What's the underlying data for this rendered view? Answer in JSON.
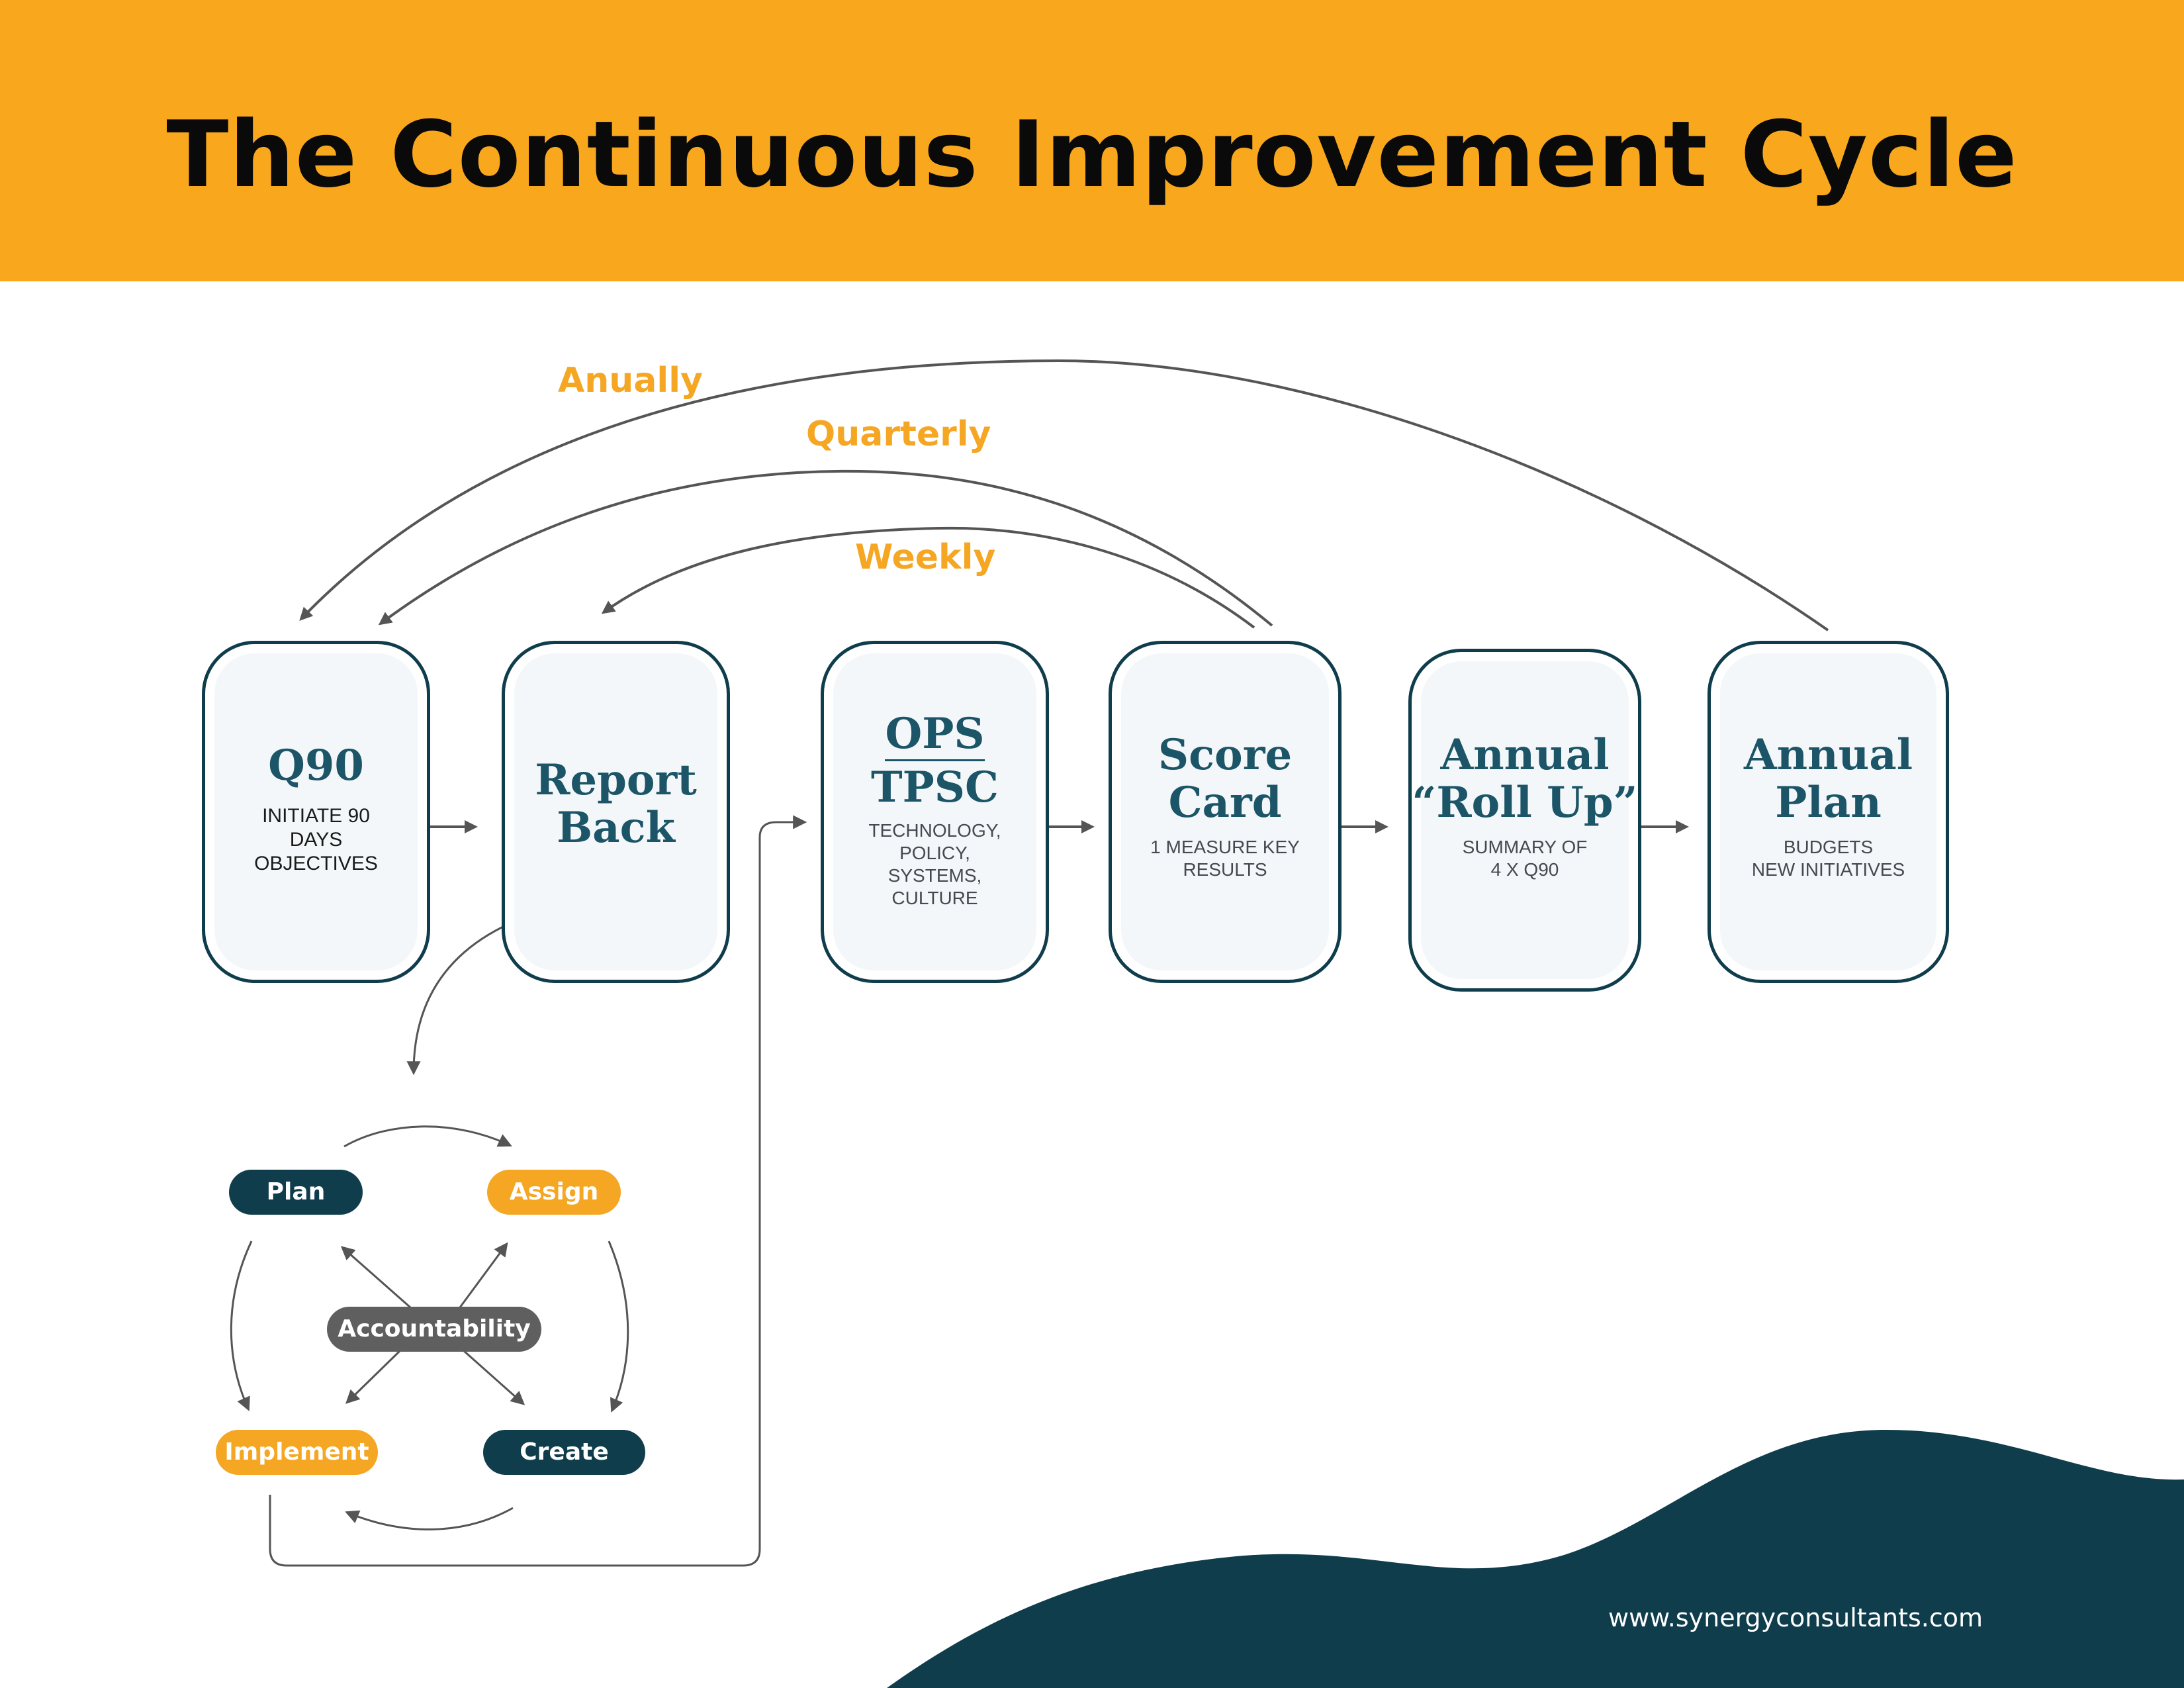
{
  "header": {
    "title": "The Continuous Improvement Cycle"
  },
  "loops": {
    "annually": "Anually",
    "quarterly": "Quarterly",
    "weekly": "Weekly"
  },
  "cards": {
    "q90": {
      "title": "Q90",
      "desc_line1": "INITIATE 90",
      "desc_line2": "DAYS",
      "desc_line3": "OBJECTIVES"
    },
    "report_back": {
      "title_line1": "Report",
      "title_line2": "Back"
    },
    "ops": {
      "title_line1": "OPS",
      "title_line2": "TPSC",
      "desc_line1": "TECHNOLOGY,",
      "desc_line2": "POLICY,",
      "desc_line3": "SYSTEMS,",
      "desc_line4": "CULTURE"
    },
    "score_card": {
      "title_line1": "Score",
      "title_line2": "Card",
      "desc_line1": "1 MEASURE KEY",
      "desc_line2": "RESULTS"
    },
    "annual_rollup": {
      "title_line1": "Annual",
      "title_line2": "“Roll Up”",
      "desc_line1": "SUMMARY OF",
      "desc_line2": "4 X Q90"
    },
    "annual_plan": {
      "title_line1": "Annual",
      "title_line2": "Plan",
      "desc_line1": "BUDGETS",
      "desc_line2": "NEW INITIATIVES"
    }
  },
  "cycle": {
    "plan": "Plan",
    "assign": "Assign",
    "accountability": "Accountability",
    "implement": "Implement",
    "create": "Create"
  },
  "footer": {
    "url": "www.synergyconsultants.com"
  },
  "colors": {
    "orange": "#F9A81E",
    "navy": "#0F3D4C",
    "title_teal": "#1B5567",
    "grey_pill": "#5F5F5F",
    "arrow": "#555555"
  }
}
